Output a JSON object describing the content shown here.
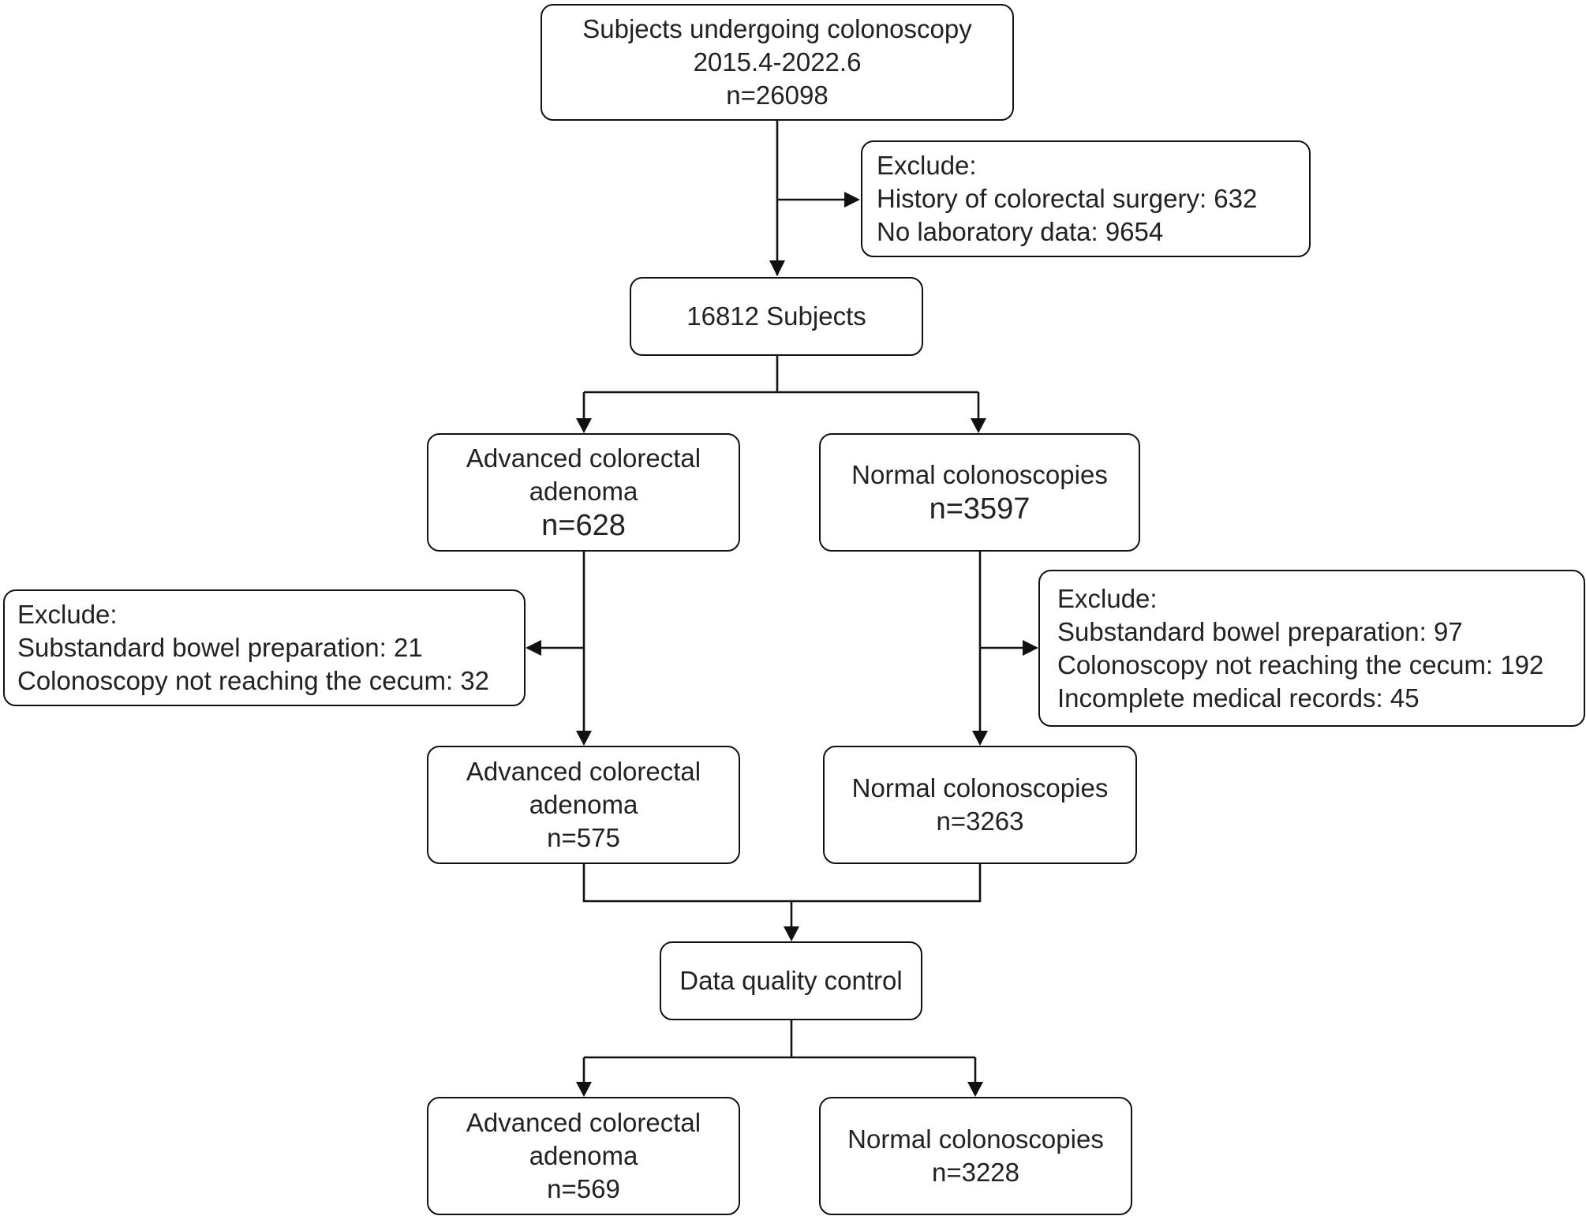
{
  "flowchart": {
    "start": {
      "lines": [
        "Subjects undergoing colonoscopy",
        "2015.4-2022.6",
        "n=26098"
      ]
    },
    "exclude_1": {
      "lines": [
        "Exclude:",
        "History of colorectal surgery: 632",
        "No laboratory data: 9654"
      ]
    },
    "subjects": {
      "lines": [
        "16812 Subjects"
      ]
    },
    "aca_initial": {
      "lines": [
        "Advanced colorectal",
        "adenoma"
      ],
      "count": "n=628"
    },
    "normal_initial": {
      "lines": [
        "Normal colonoscopies"
      ],
      "count": "n=3597"
    },
    "exclude_aca": {
      "lines": [
        "Exclude:",
        "Substandard bowel preparation: 21",
        "Colonoscopy not reaching the cecum: 32"
      ]
    },
    "exclude_normal": {
      "lines": [
        "Exclude:",
        "Substandard bowel preparation: 97",
        "Colonoscopy not reaching the cecum: 192",
        "Incomplete medical records: 45"
      ]
    },
    "aca_mid": {
      "lines": [
        "Advanced colorectal",
        "adenoma",
        "n=575"
      ]
    },
    "normal_mid": {
      "lines": [
        "Normal colonoscopies",
        "n=3263"
      ]
    },
    "quality_control": {
      "lines": [
        "Data quality control"
      ]
    },
    "aca_final": {
      "lines": [
        "Advanced colorectal",
        "adenoma",
        "n=569"
      ]
    },
    "normal_final": {
      "lines": [
        "Normal colonoscopies",
        "n=3228"
      ]
    }
  },
  "colors": {
    "stroke": "#111111",
    "text": "#222222",
    "background": "#ffffff"
  }
}
